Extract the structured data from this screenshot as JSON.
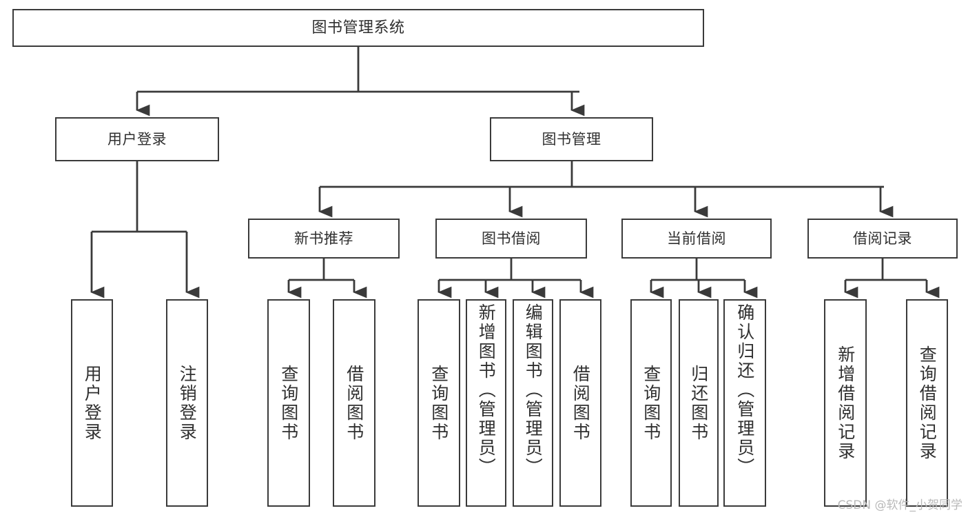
{
  "diagram": {
    "title": "图书管理系统",
    "type": "tree-hierarchy-chart",
    "colors": {
      "stroke": "#3a3a3a",
      "fill": "#ffffff",
      "text": "#2f2f2f",
      "watermark": "#b9b9b9"
    },
    "nodes": {
      "root": {
        "label": "图书管理系统"
      },
      "level2": [
        {
          "label": "用户登录"
        },
        {
          "label": "图书管理"
        }
      ],
      "level3": [
        {
          "label": "新书推荐"
        },
        {
          "label": "图书借阅"
        },
        {
          "label": "当前借阅"
        },
        {
          "label": "借阅记录"
        }
      ],
      "leaves": {
        "user_login": [
          {
            "label": "用户登录"
          },
          {
            "label": "注销登录"
          }
        ],
        "new_book_recommend": [
          {
            "label": "查询图书"
          },
          {
            "label": "借阅图书"
          }
        ],
        "book_borrow": [
          {
            "label": "查询图书"
          },
          {
            "label": "新增图书（管理员）"
          },
          {
            "label": "编辑图书（管理员）"
          },
          {
            "label": "借阅图书"
          }
        ],
        "current_borrow": [
          {
            "label": "查询图书"
          },
          {
            "label": "归还图书"
          },
          {
            "label": "确认归还（管理员）"
          }
        ],
        "borrow_record": [
          {
            "label": "新增借阅记录"
          },
          {
            "label": "查询借阅记录"
          }
        ]
      }
    },
    "watermark": "CSDN @软件_小贺同学"
  }
}
